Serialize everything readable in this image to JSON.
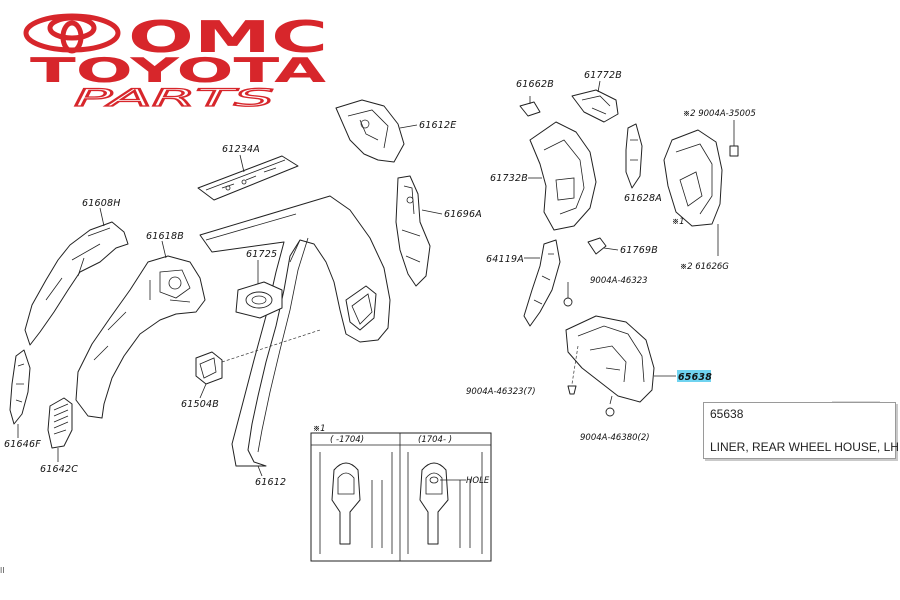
{
  "logo": {
    "line1": "OMC",
    "line2": "TOYOTA",
    "line3": "PARTS",
    "color": "#d7262b"
  },
  "labels": {
    "p61608H": "61608H",
    "p61618B": "61618B",
    "p61234A": "61234A",
    "p61612E": "61612E",
    "p61696A": "61696A",
    "p61725": "61725",
    "p61504B": "61504B",
    "p61612": "61612",
    "p61646F": "61646F",
    "p61642C": "61642C",
    "p61662B": "61662B",
    "p61772B": "61772B",
    "p61732B": "61732B",
    "p61628A": "61628A",
    "p61769B": "61769B",
    "p64119A": "64119A",
    "p9004A_46323": "9004A-46323",
    "p9004A_46323_7": "9004A-46323(7)",
    "p65638": "65638",
    "p9004A_46380_2": "9004A-46380(2)",
    "p9004A_35005": "※2 9004A-35005",
    "p61626G": "※2 61626G",
    "mark1": "※1",
    "inset_title": "※1",
    "inset_col1": "(    -1704)",
    "inset_col2": "(1704-    )",
    "inset_hole": "HOLE"
  },
  "tooltip": {
    "code": "65638",
    "description": "LINER, REAR WHEEL HOUSE, LH"
  },
  "highlight_color": "#6fd3f0",
  "corner_mark": "ll"
}
